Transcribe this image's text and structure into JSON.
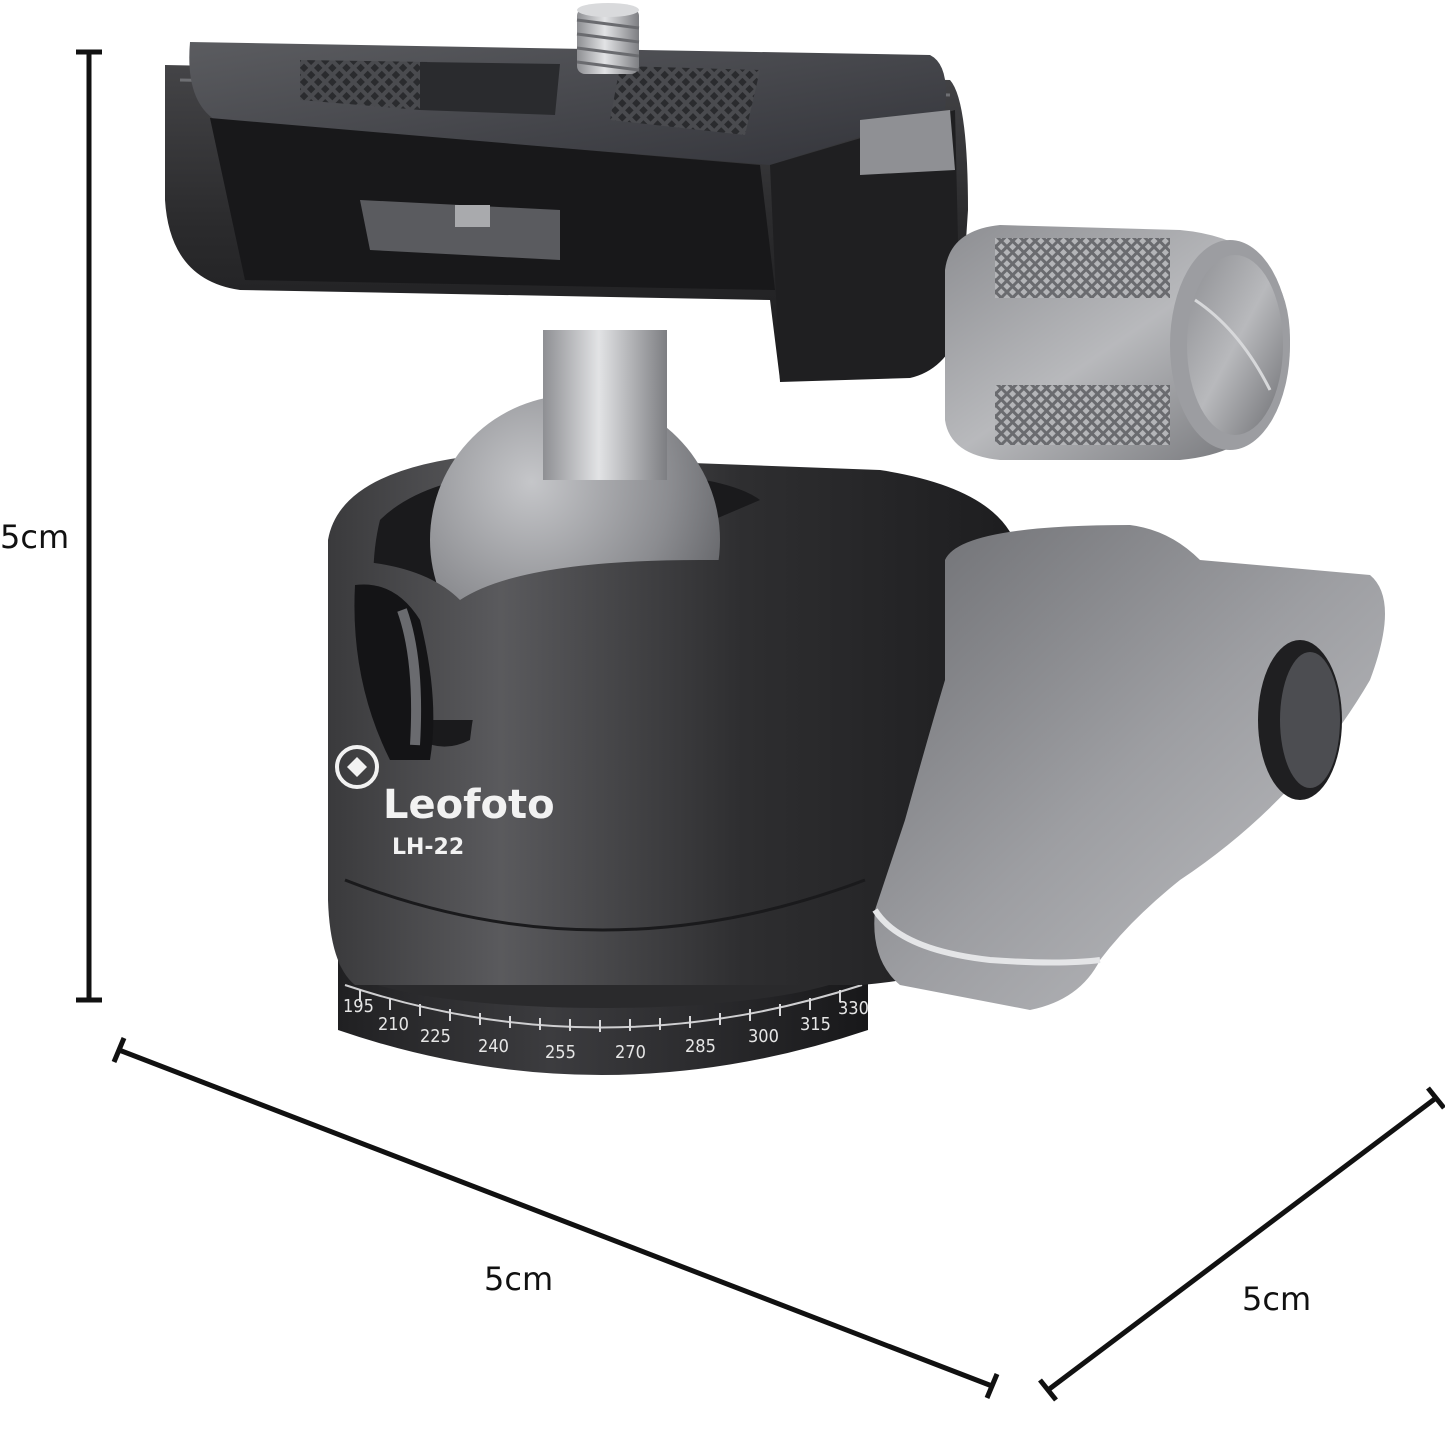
{
  "product": {
    "brand": "Leofoto",
    "model": "LH-22",
    "scale_numbers": [
      "195",
      "210",
      "225",
      "240",
      "255",
      "270",
      "285",
      "300",
      "315",
      "330"
    ]
  },
  "dimensions": {
    "height_label": "5cm",
    "width_label": "5cm",
    "depth_label": "5cm"
  },
  "colors": {
    "body_dark": "#2f2f31",
    "metal_gray": "#8a8b8e",
    "knob_silver": "#a9aaad",
    "line": "#111111"
  }
}
